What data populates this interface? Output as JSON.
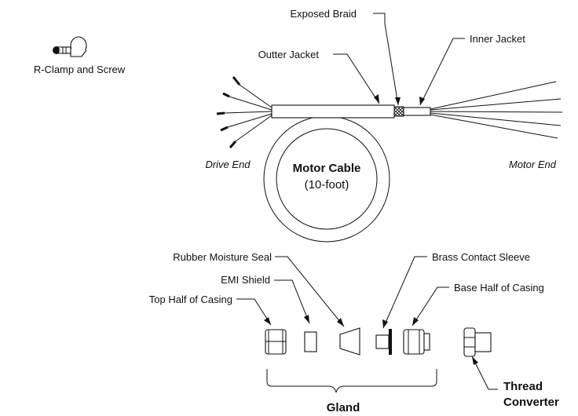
{
  "labels": {
    "r_clamp": "R-Clamp and Screw",
    "exposed_braid": "Exposed Braid",
    "inner_jacket": "Inner Jacket",
    "outer_jacket": "Outter Jacket",
    "drive_end": "Drive End",
    "motor_end": "Motor End",
    "motor_cable_title": "Motor Cable",
    "motor_cable_length": "(10-foot)",
    "rubber_seal": "Rubber Moisture Seal",
    "brass_sleeve": "Brass Contact Sleeve",
    "emi_shield": "EMI Shield",
    "base_half": "Base Half of Casing",
    "top_half": "Top Half of Casing",
    "thread_line1": "Thread",
    "thread_line2": "Converter",
    "gland": "Gland"
  }
}
